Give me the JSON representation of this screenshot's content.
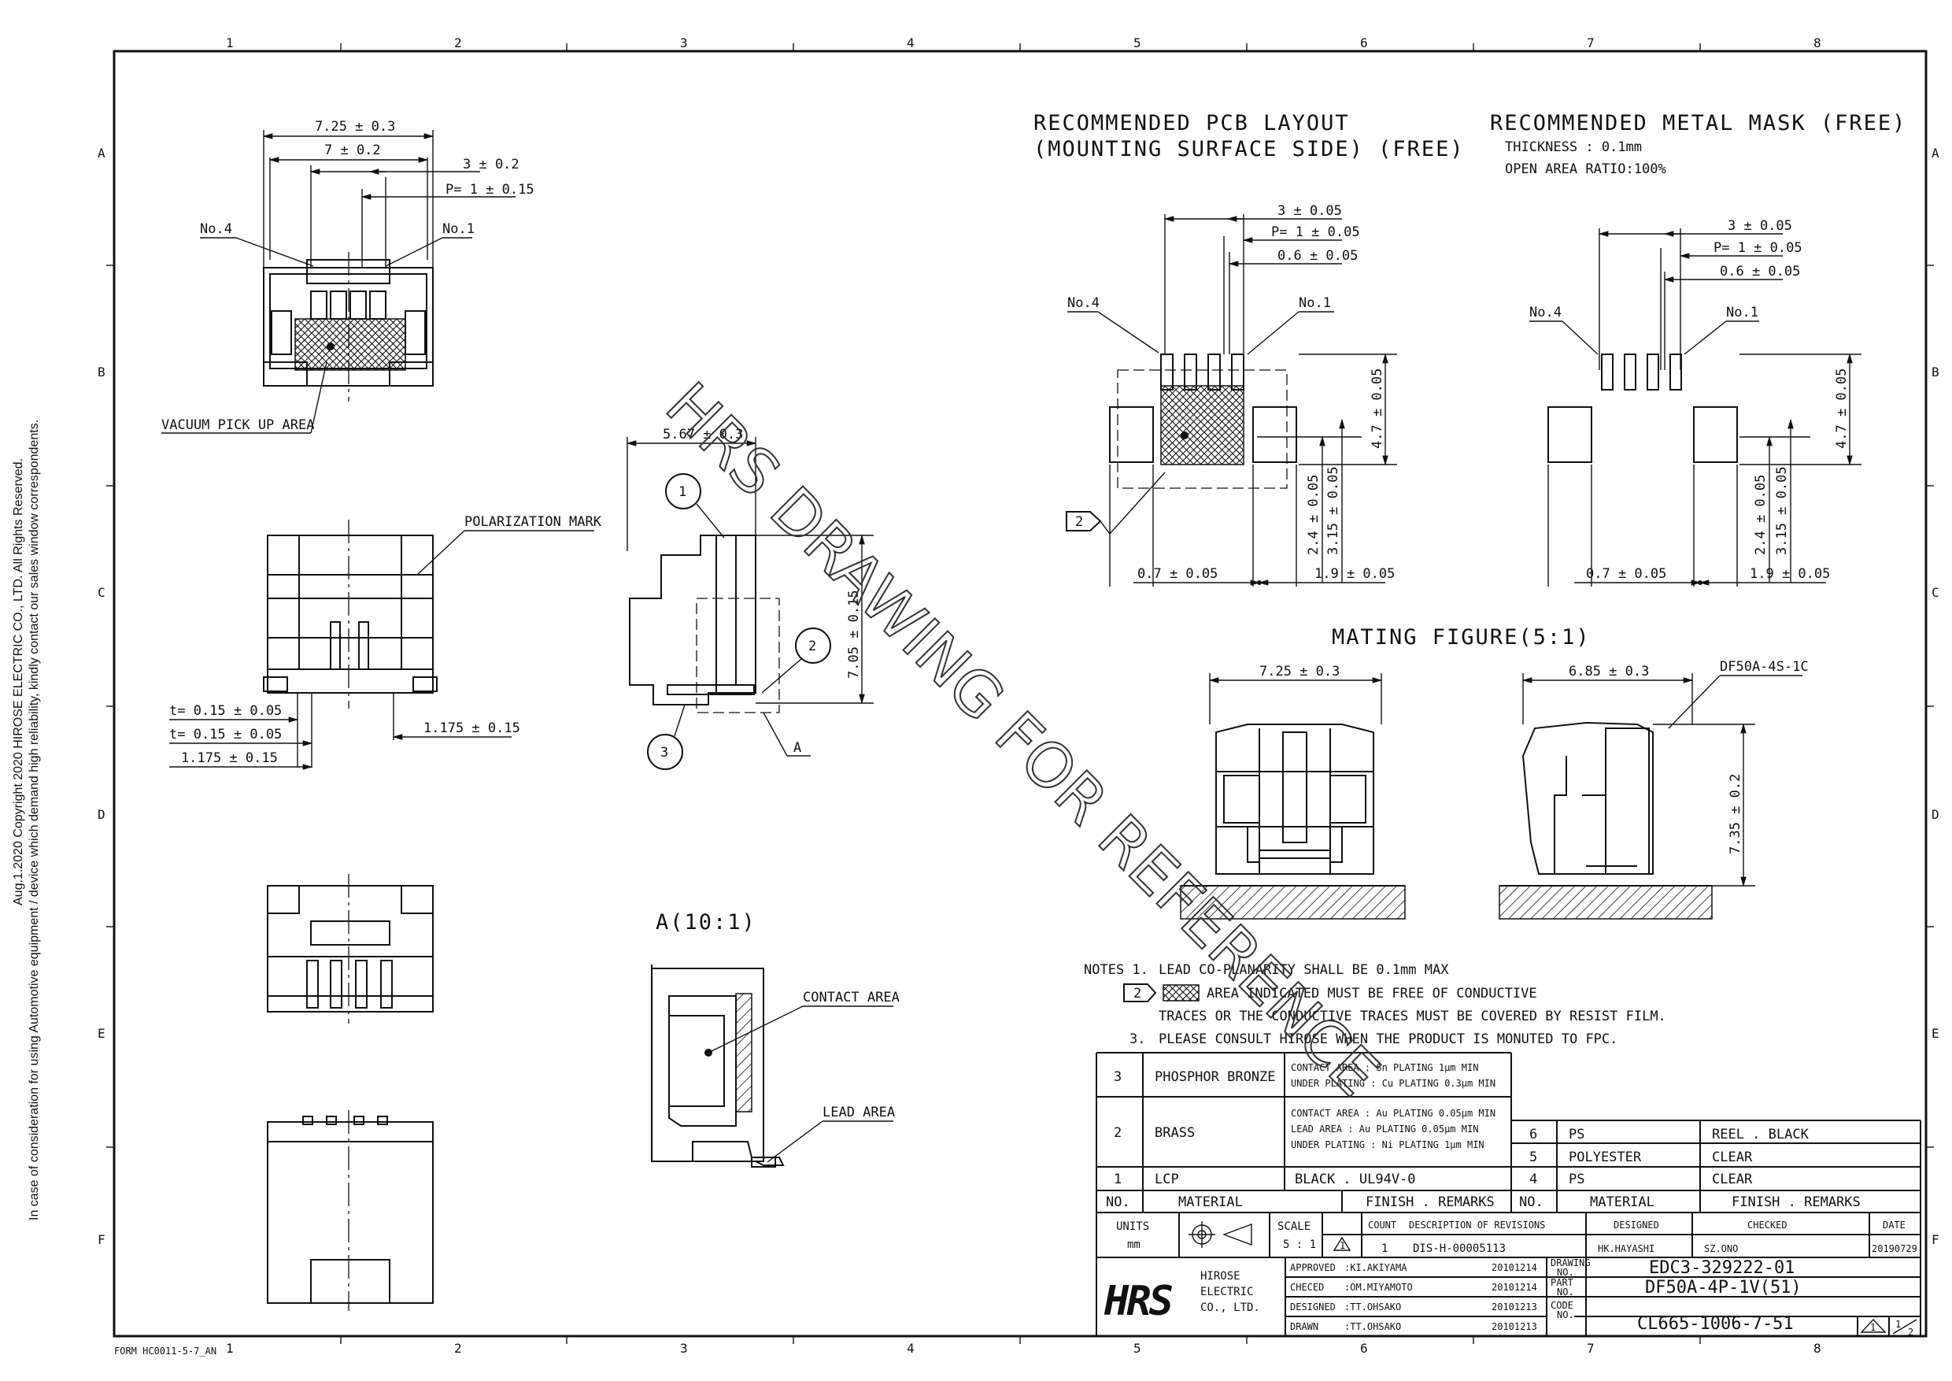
{
  "side_note": {
    "line1": "Aug.1.2020 Copyright 2020 HIROSE ELECTRIC CO., LTD. All Rights Reserved.",
    "line2": "In case of consideration for using Automotive equipment / device which demand high reliability, kindly contact our sales window correspondents."
  },
  "grid": {
    "cols": [
      "1",
      "2",
      "3",
      "4",
      "5",
      "6",
      "7",
      "8"
    ],
    "rows": [
      "A",
      "B",
      "C",
      "D",
      "E",
      "F"
    ]
  },
  "form_no": "FORM HC0011-5-7_AN",
  "watermark": "HRS DRAWING FOR REFERENCE",
  "top_view": {
    "d_overall": "7.25 ± 0.3",
    "d_body": "7 ± 0.2",
    "d_pin_span": "3 ± 0.2",
    "d_pitch": "P= 1 ± 0.15",
    "no4": "No.4",
    "no1": "No.1",
    "vacuum": "VACUUM PICK UP AREA"
  },
  "front_view": {
    "polarization": "POLARIZATION MARK",
    "d_t1": "t= 0.15 ± 0.05",
    "d_t2": "t= 0.15 ± 0.05",
    "d_off1": "1.175 ± 0.15",
    "d_off2": "1.175 ± 0.15"
  },
  "side_view": {
    "d_depth": "5.67 ± 0.3",
    "d_height": "7.05 ± 0.15",
    "balloon1": "1",
    "balloon2": "2",
    "balloon3": "3",
    "detail_ref": "A"
  },
  "detail": {
    "title": "A(10:1)",
    "contact": "CONTACT AREA",
    "lead": "LEAD AREA"
  },
  "pcb": {
    "title1": "RECOMMENDED PCB LAYOUT",
    "title2": "(MOUNTING SURFACE SIDE) (FREE)",
    "d_span": "3 ± 0.05",
    "d_pitch": "P= 1 ± 0.05",
    "d_width": "0.6 ± 0.05",
    "d_height": "4.7 ± 0.05",
    "d_a": "2.4 ± 0.05",
    "d_b": "3.15 ± 0.05",
    "d_left": "0.7 ± 0.05",
    "d_right": "1.9 ± 0.05",
    "no4": "No.4",
    "no1": "No.1",
    "note_ref": "2"
  },
  "mask": {
    "title": "RECOMMENDED METAL MASK (FREE)",
    "thickness": "THICKNESS : 0.1mm",
    "ratio": "OPEN AREA RATIO:100%",
    "d_span": "3 ± 0.05",
    "d_pitch": "P= 1 ± 0.05",
    "d_width": "0.6 ± 0.05",
    "d_height": "4.7 ± 0.05",
    "d_a": "2.4 ± 0.05",
    "d_b": "3.15 ± 0.05",
    "d_left": "0.7 ± 0.05",
    "d_right": "1.9 ± 0.05",
    "no4": "No.4",
    "no1": "No.1"
  },
  "mating": {
    "title": "MATING FIGURE(5:1)",
    "d_width": "7.25 ± 0.3",
    "d_depth": "6.85 ± 0.3",
    "d_height": "7.35 ± 0.2",
    "partner": "DF50A-4S-1C"
  },
  "notes": {
    "head": "NOTES 1.",
    "n1": "LEAD CO-PLANARITY SHALL BE 0.1mm MAX",
    "n2_ref": "2",
    "n2a": "AREA INDICATED MUST BE FREE OF CONDUCTIVE",
    "n2b": "TRACES OR THE CONDUCTIVE TRACES MUST BE COVERED BY RESIST FILM.",
    "n3_no": "3.",
    "n3": "PLEASE CONSULT HIROSE WHEN THE PRODUCT IS MONUTED TO FPC."
  },
  "materials": {
    "rows": [
      {
        "no": "3",
        "material": "PHOSPHOR BRONZE",
        "remarks": [
          "CONTACT AREA  : Sn PLATING 1μm MIN",
          "UNDER PLATING : Cu PLATING 0.3μm MIN"
        ]
      },
      {
        "no": "2",
        "material": "BRASS",
        "remarks": [
          "CONTACT AREA  : Au PLATING 0.05μm MIN",
          "LEAD AREA : Au PLATING 0.05μm MIN",
          "UNDER PLATING : Ni PLATING 1μm MIN"
        ]
      },
      {
        "no": "1",
        "material": "LCP",
        "remarks": [
          "BLACK . UL94V-0"
        ]
      }
    ],
    "rows_right": [
      {
        "no": "6",
        "material": "PS",
        "remarks": "REEL . BLACK"
      },
      {
        "no": "5",
        "material": "POLYESTER",
        "remarks": "CLEAR"
      },
      {
        "no": "4",
        "material": "PS",
        "remarks": "CLEAR"
      }
    ],
    "hdr_no": "NO.",
    "hdr_material": "MATERIAL",
    "hdr_finish": "FINISH . REMARKS"
  },
  "titleblock": {
    "units_label": "UNITS",
    "units": "mm",
    "scale_label": "SCALE",
    "scale": "5 : 1",
    "rev_mark": "1",
    "count_label": "COUNT",
    "desc_label": "DESCRIPTION OF REVISIONS",
    "designed_label": "DESIGNED",
    "checked_label": "CHECKED",
    "date_label": "DATE",
    "count": "1",
    "desc": "DIS-H-00005113",
    "designed": "HK.HAYASHI",
    "checked": "SZ.ONO",
    "date": "20190729",
    "company1": "HIROSE",
    "company2": "ELECTRIC",
    "company3": "CO., LTD.",
    "logo": "HRS",
    "sign": [
      {
        "role": "APPROVED",
        "name": ":KI.AKIYAMA",
        "date": "20101214"
      },
      {
        "role": "CHECED",
        "name": ":OM.MIYAMOTO",
        "date": "20101214"
      },
      {
        "role": "DESIGNED",
        "name": ":TT.OHSAKO",
        "date": "20101213"
      },
      {
        "role": "DRAWN",
        "name": ":TT.OHSAKO",
        "date": "20101213"
      }
    ],
    "drawing_no_label1": "DRAWING",
    "drawing_no_label2": "NO.",
    "drawing_no": "EDC3-329222-01",
    "part_no_label1": "PART",
    "part_no_label2": "NO.",
    "part_no": "DF50A-4P-1V(51)",
    "code_no_label1": "CODE",
    "code_no_label2": "NO.",
    "code_no": "CL665-1006-7-51",
    "sheet_rev": "1",
    "sheet_num": "1",
    "sheet_den": "2"
  }
}
